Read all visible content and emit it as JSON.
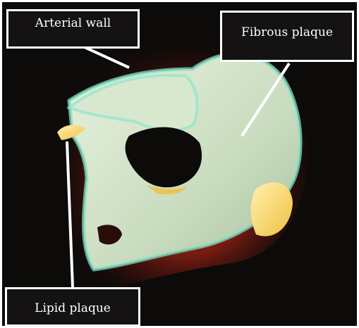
{
  "labels": {
    "arterial_wall": "Arterial wall",
    "fibrous_plaque": "Fibrous plaque",
    "lipid_plaque": "Lipid plaque"
  },
  "colors": {
    "background": "#0d0b0a",
    "arterial_wall": "#7a1c12",
    "fibrous_plaque": "#cfe8c8",
    "fibrous_edge": "#7fe0c4",
    "lipid_plaque": "#f0c040",
    "label_box": "#141212",
    "label_border": "#ffffff"
  }
}
